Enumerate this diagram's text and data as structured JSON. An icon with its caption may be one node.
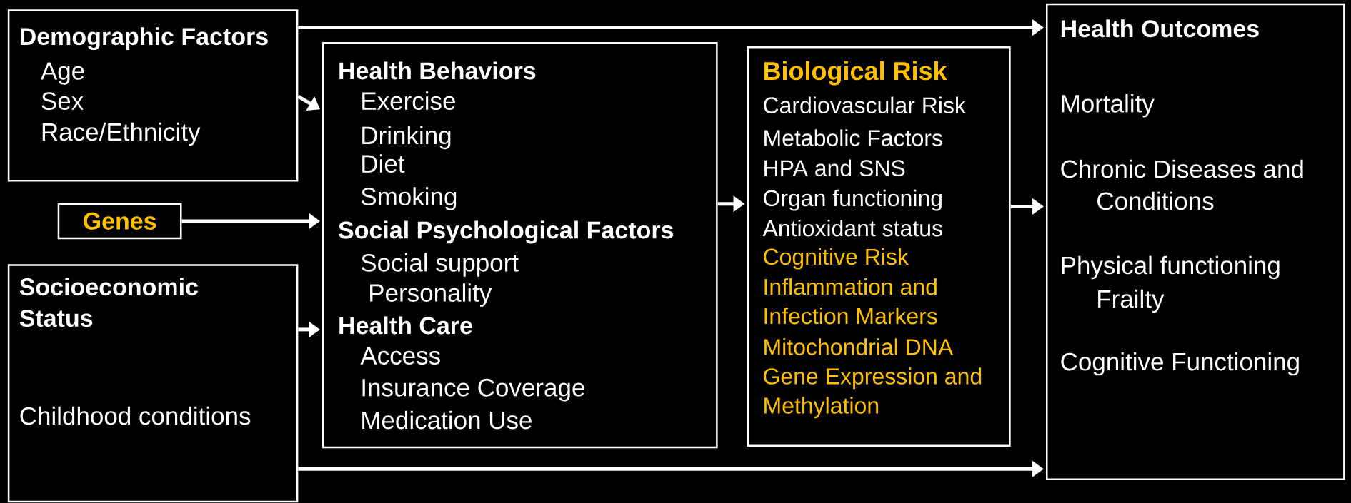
{
  "diagram": {
    "nodes": [
      {
        "text": [
          "Demographic Factors",
          "Age",
          "Sex",
          "Race/Ethnicity"
        ]
      },
      {
        "text": [
          "Genes"
        ]
      },
      {
        "text": [
          "Socioeconomic Status",
          "Childhood conditions"
        ]
      },
      {
        "text": [
          "Health Behaviors",
          "Exercise",
          "Drinking",
          "Diet",
          "Smoking",
          "Social Psychological Factors",
          "Social support",
          "Personality",
          "Health Care",
          "Access",
          "Insurance Coverage",
          "Medication Use"
        ]
      },
      {
        "text": [
          "Biological Risk",
          "Cardiovascular Risk",
          "Metabolic Factors",
          "HPA and SNS",
          "Organ functioning",
          "Antioxidant status",
          "Cognitive Risk",
          "Inflammation and Infection Markers",
          "Mitochondrial DNA",
          "Gene Expression and Methylation"
        ]
      },
      {
        "text": [
          "Health Outcomes",
          "Mortality",
          "Chronic Diseases and Conditions",
          "Physical functioning",
          "Frailty",
          "Cognitive Functioning"
        ]
      }
    ],
    "edges": [
      {
        "from": 0,
        "to": 5,
        "arrow": "to"
      },
      {
        "from": 0,
        "to": 3,
        "arrow": "to"
      },
      {
        "from": 1,
        "to": 3,
        "arrow": "to"
      },
      {
        "from": 2,
        "to": 3,
        "arrow": "to"
      },
      {
        "from": 2,
        "to": 5,
        "arrow": "to"
      },
      {
        "from": 3,
        "to": 4,
        "arrow": "to"
      },
      {
        "from": 4,
        "to": 5,
        "arrow": "to"
      }
    ]
  }
}
